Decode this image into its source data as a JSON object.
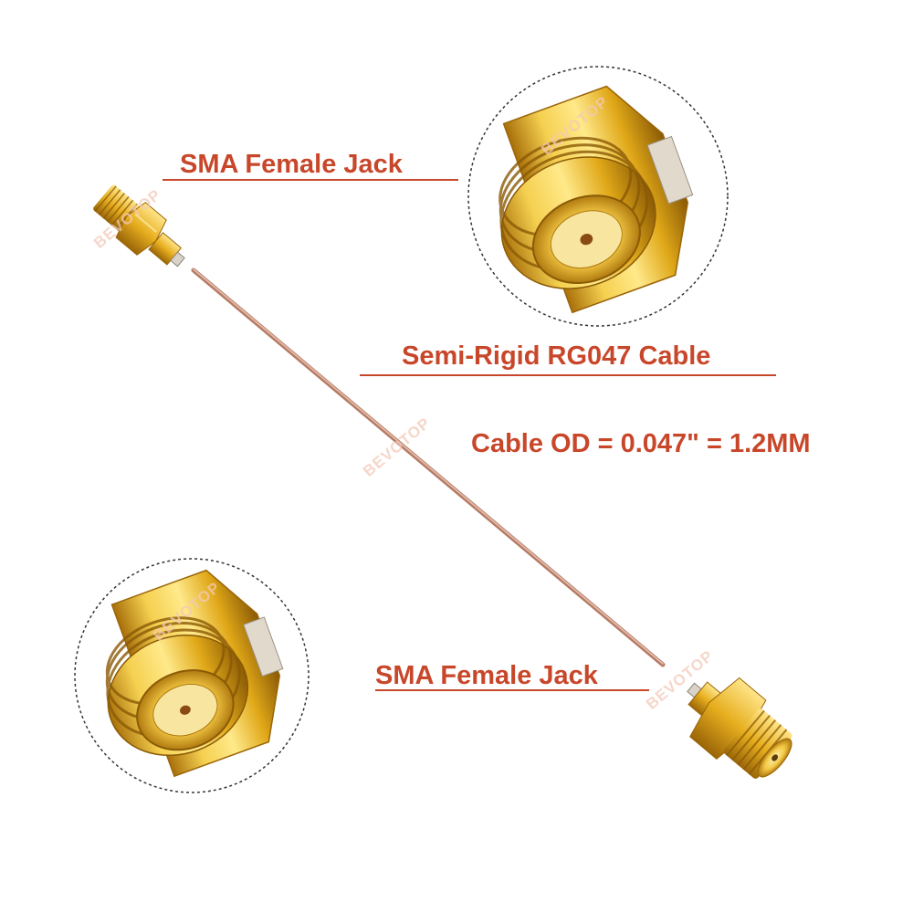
{
  "labels": {
    "top_connector": "SMA Female Jack",
    "cable": "Semi-Rigid RG047 Cable",
    "cable_od": "Cable OD = 0.047\" = 1.2MM",
    "bottom_connector": "SMA Female Jack"
  },
  "watermark": "BEVOTOP",
  "colors": {
    "label_text": "#c8472a",
    "gold": "#e0a818",
    "cable_copper": "#c98c74",
    "background": "#ffffff"
  }
}
